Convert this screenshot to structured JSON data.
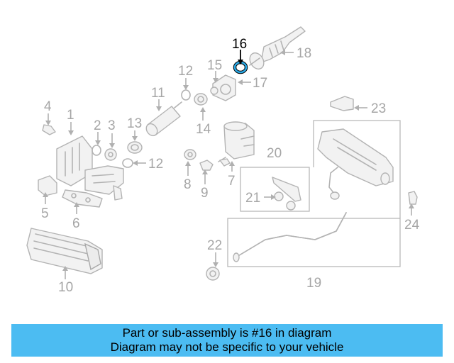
{
  "diagram": {
    "highlight_color": "#000000",
    "highlighted_ring_color": "#29a9e6",
    "labels": {
      "p1": "1",
      "p2": "2",
      "p3": "3",
      "p4": "4",
      "p5": "5",
      "p6": "6",
      "p7": "7",
      "p8": "8",
      "p9": "9",
      "p10": "10",
      "p11": "11",
      "p12a": "12",
      "p12b": "12",
      "p13": "13",
      "p14": "14",
      "p15": "15",
      "p16": "16",
      "p17": "17",
      "p18": "18",
      "p19": "19",
      "p20": "20",
      "p21": "21",
      "p22": "22",
      "p23": "23",
      "p24": "24"
    }
  },
  "banner": {
    "line1": "Part or sub-assembly is #16 in diagram",
    "line2": "Diagram may not be specific to your vehicle",
    "color": "#4cbcf2"
  }
}
